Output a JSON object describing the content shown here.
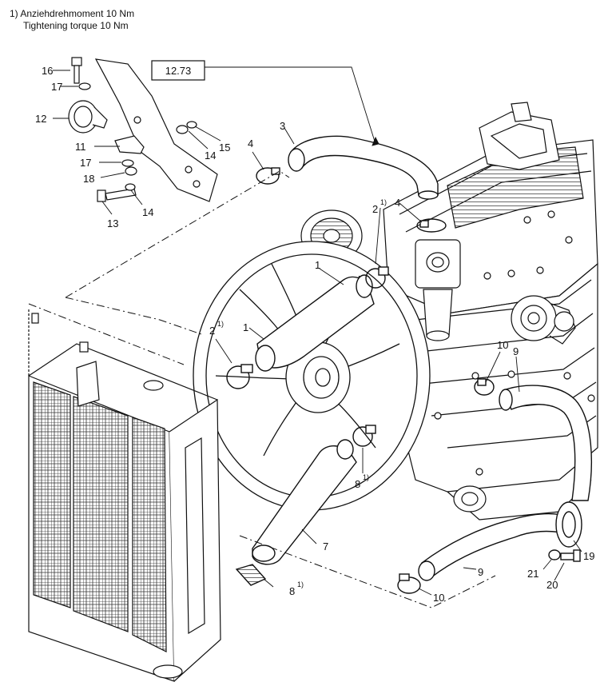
{
  "header": {
    "line1_marker": "1)",
    "line1": "Anziehdrehmoment 10 Nm",
    "line2": "Tightening torque 10 Nm"
  },
  "reference_box": "12.73",
  "superscript": "1)",
  "callouts": {
    "c1a": "1",
    "c1b": "1",
    "c2a": "2",
    "c2b": "2",
    "c3": "3",
    "c4a": "4",
    "c4b": "4",
    "c7": "7",
    "c8a": "8",
    "c8b": "8",
    "c9a": "9",
    "c9b": "9",
    "c10a": "10",
    "c10b": "10",
    "c11": "11",
    "c12": "12",
    "c13": "13",
    "c14a": "14",
    "c14b": "14",
    "c15": "15",
    "c16": "16",
    "c17a": "17",
    "c17b": "17",
    "c18": "18",
    "c19": "19",
    "c20": "20",
    "c21": "21"
  }
}
